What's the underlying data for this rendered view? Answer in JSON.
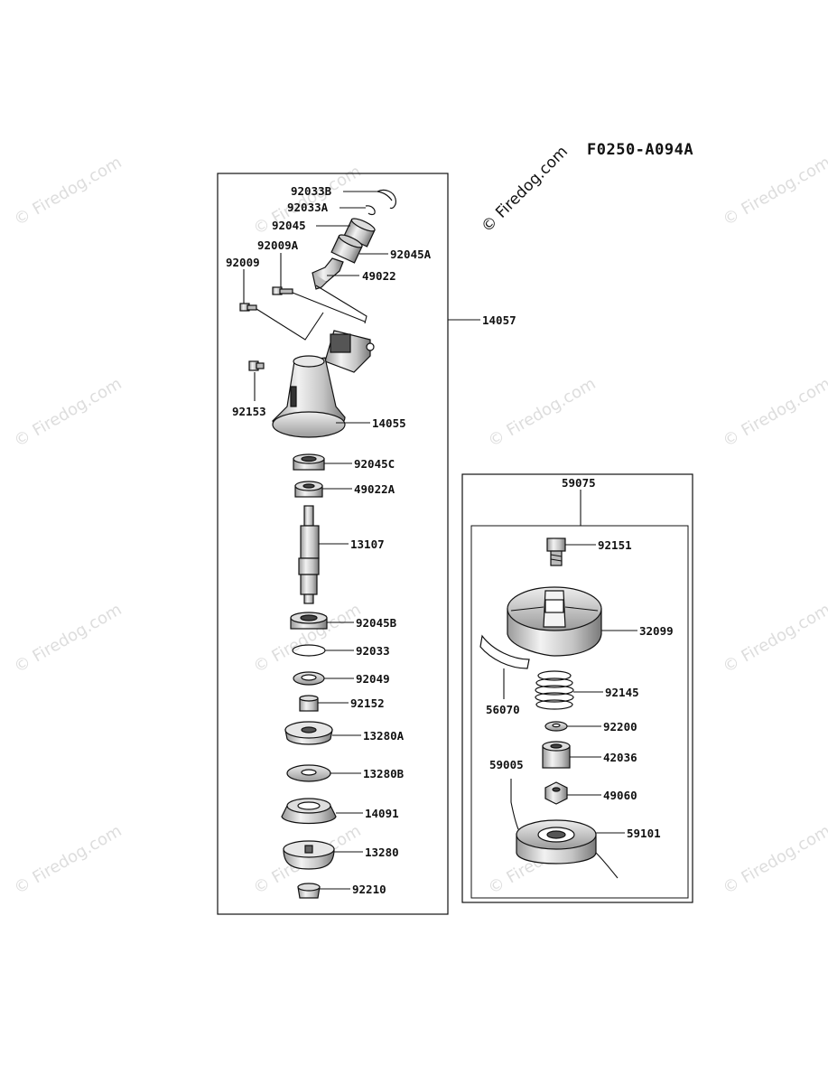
{
  "diagram": {
    "code": "F0250-A094A",
    "brand_watermark": "© Firedog.com",
    "watermark_text": "© Firedog.com",
    "labels": {
      "l92033B": "92033B",
      "l92033A": "92033A",
      "l92045": "92045",
      "l92045A": "92045A",
      "l92009A": "92009A",
      "l92009": "92009",
      "l49022": "49022",
      "l14057": "14057",
      "l92153": "92153",
      "l14055": "14055",
      "l92045C": "92045C",
      "l49022A": "49022A",
      "l13107": "13107",
      "l92045B": "92045B",
      "l92033": "92033",
      "l92049": "92049",
      "l92152": "92152",
      "l13280A": "13280A",
      "l13280B": "13280B",
      "l14091": "14091",
      "l13280": "13280",
      "l92210": "92210",
      "l59075": "59075",
      "l92151": "92151",
      "l32099": "32099",
      "l56070": "56070",
      "l92145": "92145",
      "l92200": "92200",
      "l59005": "59005",
      "l42036": "42036",
      "l49060": "49060",
      "l59101": "59101"
    }
  }
}
